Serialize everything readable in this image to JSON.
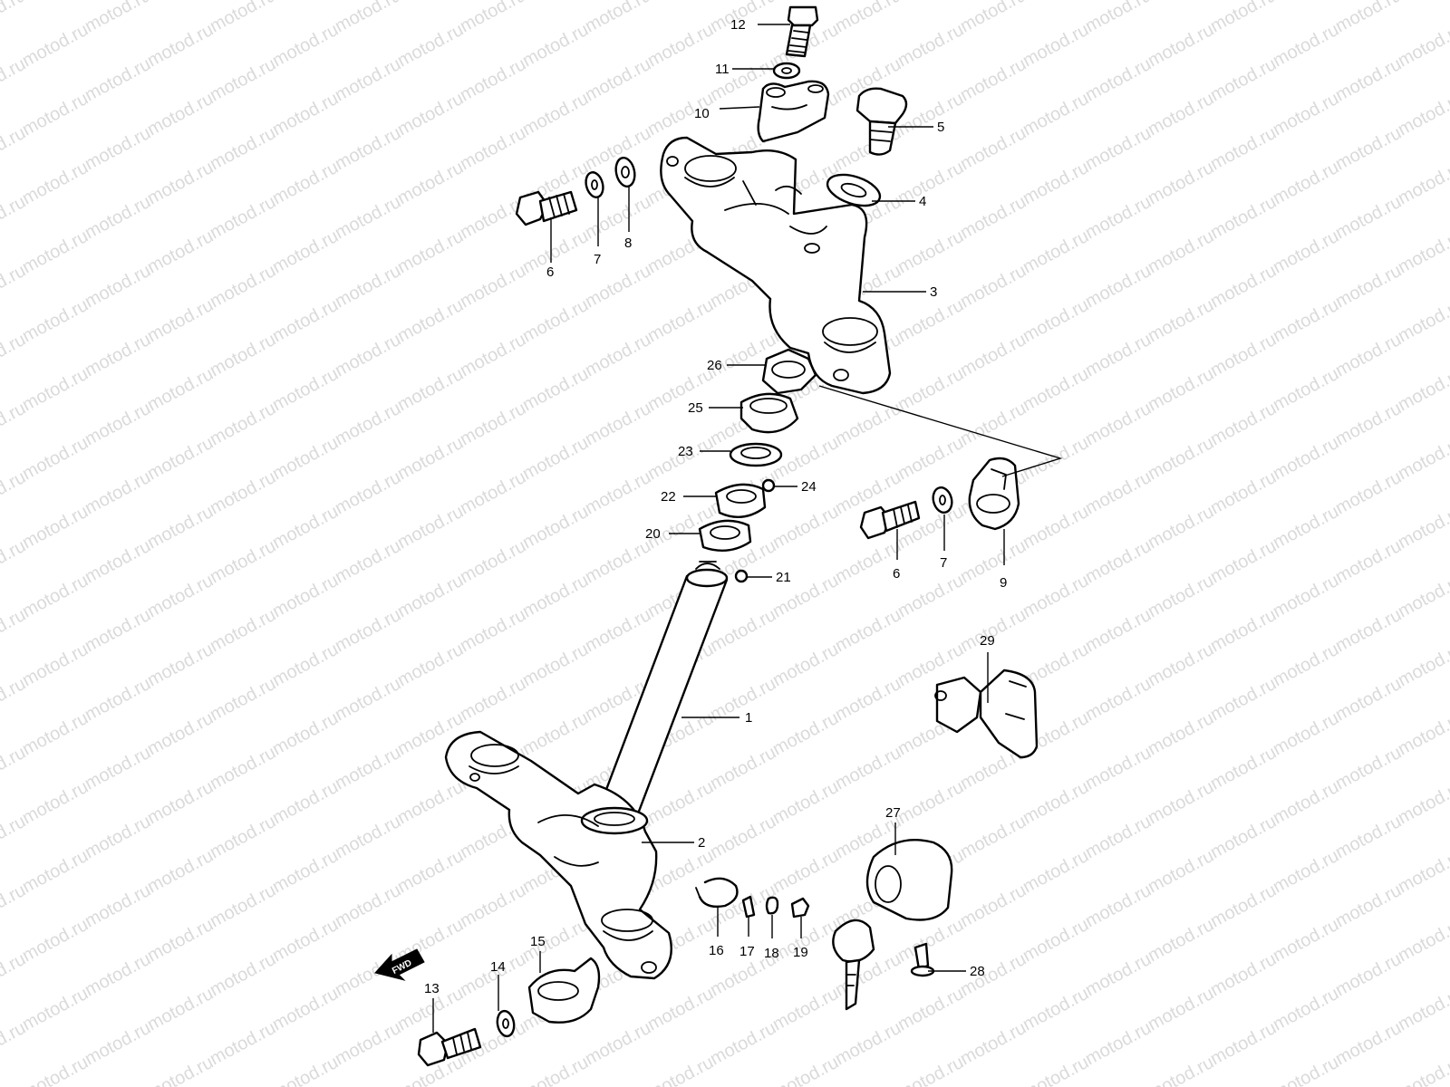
{
  "diagram": {
    "watermark": "motod.ru",
    "fwd_label": "FWD",
    "callouts": [
      {
        "id": "c12",
        "label": "12"
      },
      {
        "id": "c11",
        "label": "11"
      },
      {
        "id": "c10",
        "label": "10"
      },
      {
        "id": "c5",
        "label": "5"
      },
      {
        "id": "c4",
        "label": "4"
      },
      {
        "id": "c3",
        "label": "3"
      },
      {
        "id": "c6a",
        "label": "6"
      },
      {
        "id": "c7a",
        "label": "7"
      },
      {
        "id": "c8",
        "label": "8"
      },
      {
        "id": "c26",
        "label": "26"
      },
      {
        "id": "c25",
        "label": "25"
      },
      {
        "id": "c23",
        "label": "23"
      },
      {
        "id": "c24",
        "label": "24"
      },
      {
        "id": "c22",
        "label": "22"
      },
      {
        "id": "c20",
        "label": "20"
      },
      {
        "id": "c21",
        "label": "21"
      },
      {
        "id": "c6b",
        "label": "6"
      },
      {
        "id": "c7b",
        "label": "7"
      },
      {
        "id": "c9",
        "label": "9"
      },
      {
        "id": "c29",
        "label": "29"
      },
      {
        "id": "c1",
        "label": "1"
      },
      {
        "id": "c2",
        "label": "2"
      },
      {
        "id": "c27",
        "label": "27"
      },
      {
        "id": "c15",
        "label": "15"
      },
      {
        "id": "c16",
        "label": "16"
      },
      {
        "id": "c17",
        "label": "17"
      },
      {
        "id": "c18",
        "label": "18"
      },
      {
        "id": "c19",
        "label": "19"
      },
      {
        "id": "c28",
        "label": "28"
      },
      {
        "id": "c13",
        "label": "13"
      },
      {
        "id": "c14",
        "label": "14"
      }
    ]
  }
}
